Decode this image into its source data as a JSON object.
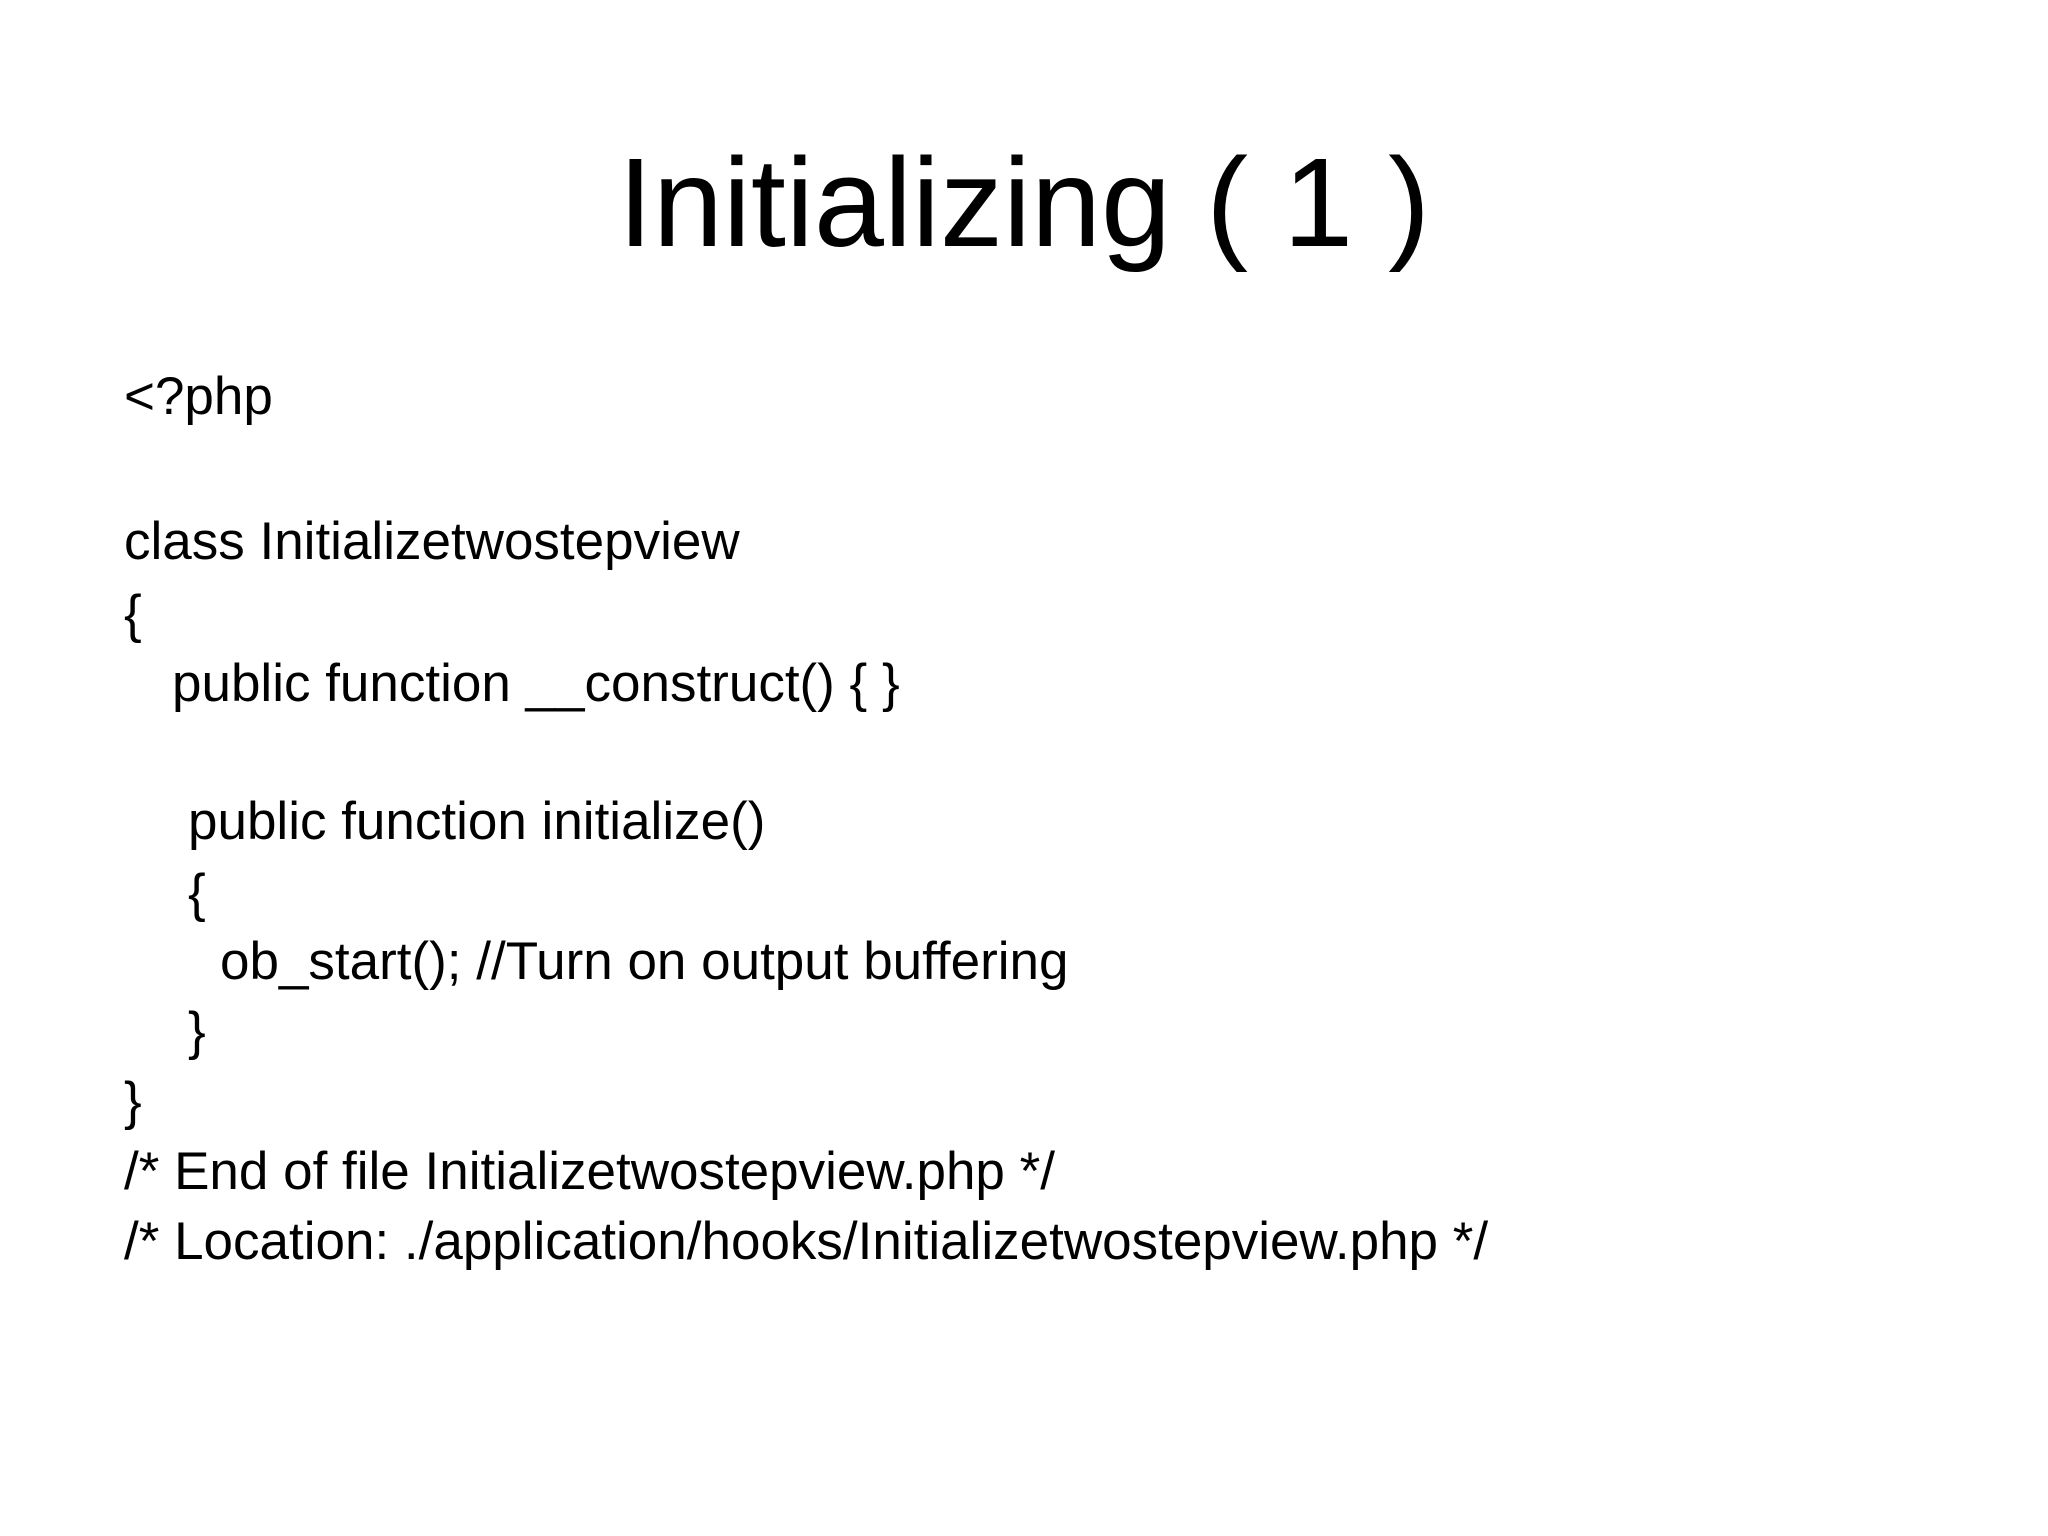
{
  "slide": {
    "title": "Initializing ( 1 )",
    "lines": [
      "<?php",
      "class Initializetwostepview",
      "{",
      "public function __construct() { }",
      "public function initialize()",
      "{",
      "ob_start(); //Turn on output buffering",
      "}",
      "}",
      "/* End of file Initializetwostepview.php */",
      "/* Location: ./application/hooks/Initializetwostepview.php */"
    ]
  }
}
